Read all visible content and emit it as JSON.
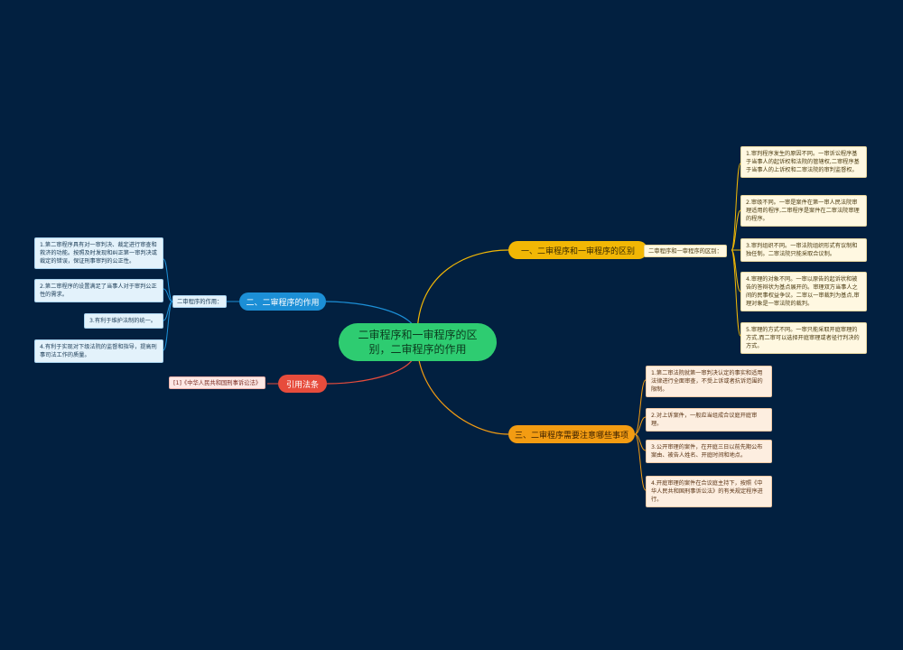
{
  "central": "二审程序和一审程序的区别，二审程序的作用",
  "branch1": {
    "title": "一、二审程序和一审程序的区别",
    "label": "二审程序和一审程序的区别：",
    "items": [
      "1.审判程序发生的原因不同。一审诉讼程序基于当事人的起诉权和法院的管辖权,二审程序基于当事人的上诉权和二审法院的审判监督权。",
      "2.审级不同。一审是案件在第一审人民法院审理适用的程序,二审程序是案件在二审法院审理的程序。",
      "3.审判组织不同。一审法院组织形式有议制和独任制。二审法院只能采取合议制。",
      "4.审理的对象不同。一审以原告的起诉状和被告的答辩状为基点展开的。审理双方当事人之间的民事权益争议。二审以一审裁判为基点,审理对象是一审法院的裁判。",
      "5.审理的方式不同。一审只能采取开庭审理的方式,而二审可以选择开庭审理或者径行判决的方式。"
    ]
  },
  "branch2": {
    "title": "二、二审程序的作用",
    "label": "二审程序的作用：",
    "items": [
      "1.第二审程序具有对一审判决、裁定进行审查和救济的功能。按照及时发现和纠正第一审判决或裁定的错误，保证刑事审判的公正性。",
      "2.第二审程序的设置满足了当事人对于审判公正性的需求。",
      "3.有利于维护法制的统一。",
      "4.有利于实现对下级法院的监督和指导，提高刑事司法工作的质量。"
    ]
  },
  "branch3": {
    "title": "三、二审程序需要注意哪些事项",
    "items": [
      "1.第二审法院就第一审判决认定的事实和适用法律进行全面审查，不受上诉或者抗诉范围的限制。",
      "2.对上诉案件，一般应当组成合议庭开庭审理。",
      "3.公开审理的案件，在开庭三日以前先期公布案由、被告人姓名、开庭时间和地点。",
      "4.开庭审理的案件在合议庭主持下，按照《中华人民共和国刑事诉讼法》的有关规定程序进行。"
    ]
  },
  "branch4": {
    "title": "引用法条",
    "label": "[1]《中华人民共和国刑事诉讼法》"
  },
  "colors": {
    "background": "#022040",
    "central": "#2ecc71",
    "branch1": "#f2b705",
    "branch2": "#1c8fd6",
    "branch3": "#f39c12",
    "branch4": "#e74c3c"
  }
}
